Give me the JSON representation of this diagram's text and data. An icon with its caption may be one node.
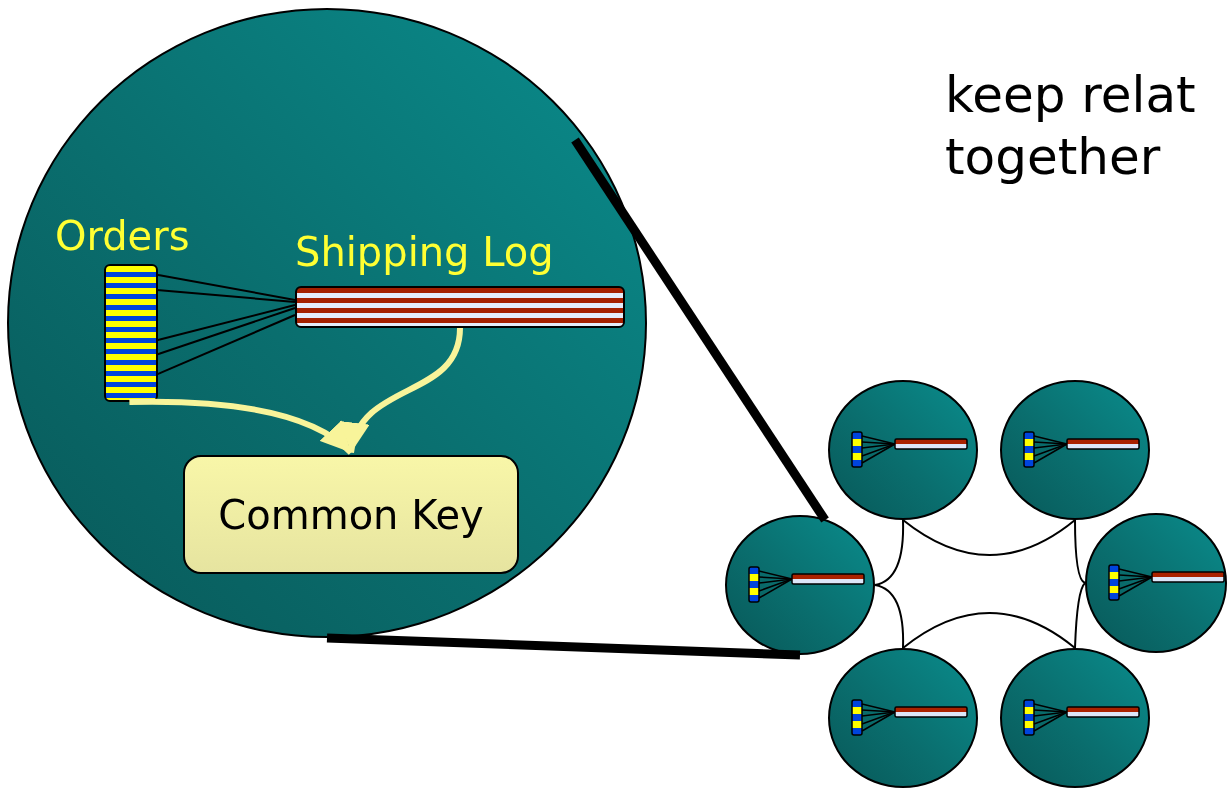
{
  "diagram": {
    "nodes": [
      {
        "text": [],
        "shape": "circle"
      },
      {
        "text": [
          "Orders"
        ],
        "in": 0
      },
      {
        "text": [
          "Shipping Log"
        ],
        "in": 0
      },
      {
        "text": [
          "Common Key"
        ],
        "in": 0
      },
      {
        "text": [],
        "shape": "circle"
      },
      {
        "text": [],
        "shape": "circle"
      },
      {
        "text": [],
        "shape": "circle"
      },
      {
        "text": [],
        "shape": "circle"
      },
      {
        "text": [],
        "shape": "circle"
      },
      {
        "text": [],
        "shape": "circle"
      }
    ],
    "edges": [
      {
        "from": 1,
        "to": 2,
        "arrow": "none"
      },
      {
        "from": 1,
        "to": 2,
        "arrow": "none"
      },
      {
        "from": 1,
        "to": 2,
        "arrow": "none"
      },
      {
        "from": 1,
        "to": 2,
        "arrow": "none"
      },
      {
        "from": 1,
        "to": 2,
        "arrow": "none"
      },
      {
        "from": 1,
        "to": 3,
        "arrow": "to",
        "style": "thick",
        "color": "#f8f49a"
      },
      {
        "from": 2,
        "to": 3,
        "arrow": "to",
        "style": "thick",
        "color": "#f8f49a"
      },
      {
        "from": 0,
        "to": 6,
        "arrow": "none",
        "style": "thick"
      },
      {
        "from": 0,
        "to": 6,
        "arrow": "none",
        "style": "thick"
      },
      {
        "from": 4,
        "to": 5,
        "arrow": "none"
      },
      {
        "from": 6,
        "to": 4,
        "arrow": "none"
      },
      {
        "from": 6,
        "to": 8,
        "arrow": "none"
      },
      {
        "from": 5,
        "to": 7,
        "arrow": "none"
      },
      {
        "from": 8,
        "to": 9,
        "arrow": "none"
      },
      {
        "from": 9,
        "to": 7,
        "arrow": "none"
      }
    ],
    "labels": [
      "keep relat together"
    ]
  }
}
